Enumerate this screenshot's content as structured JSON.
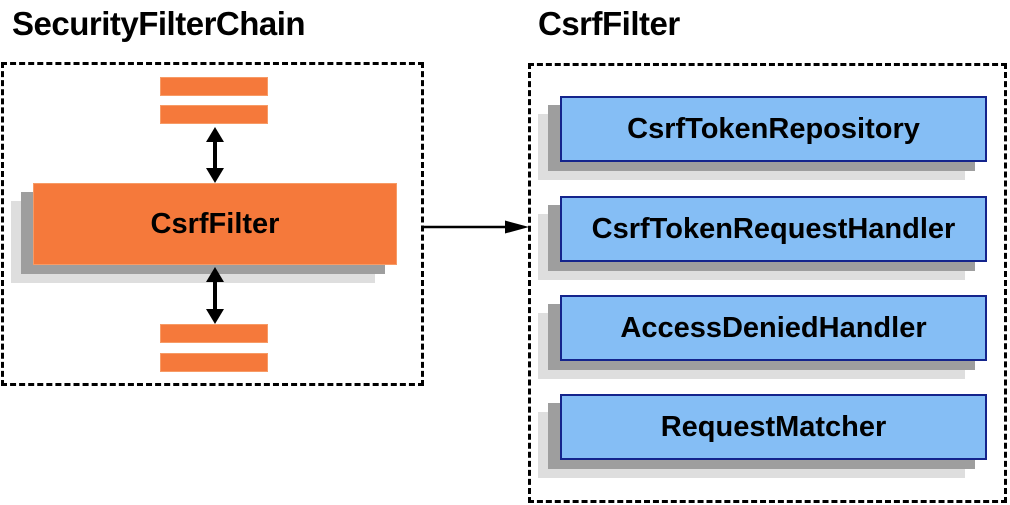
{
  "diagram": {
    "left": {
      "title": "SecurityFilterChain",
      "filter_box_label": "CsrfFilter"
    },
    "right": {
      "title": "CsrfFilter",
      "components": [
        "CsrfTokenRepository",
        "CsrfTokenRequestHandler",
        "AccessDeniedHandler",
        "RequestMatcher"
      ]
    },
    "colors": {
      "orange_fill": "#F5793B",
      "orange_border": "#F79B66",
      "blue_fill": "#85BEF5",
      "blue_border": "#14248C",
      "shadow_dark": "#9E9E9E",
      "shadow_light": "#DEDEDE",
      "line": "#000000"
    }
  }
}
